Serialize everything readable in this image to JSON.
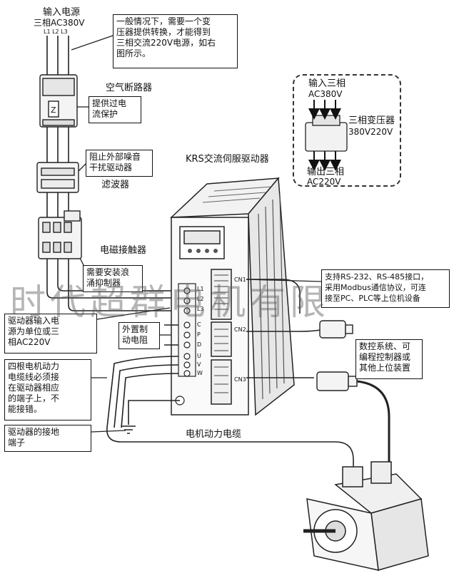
{
  "input_power": {
    "title": "输入电源",
    "spec": "三相AC380V",
    "phases": "L1 L2 L3"
  },
  "note_transformer": {
    "lines": [
      "一般情况下，需要一个变",
      "压器提供转换，才能得到",
      "三相交流220V电源，如右",
      "图所示。"
    ]
  },
  "breaker": {
    "title": "空气断路器",
    "note_lines": [
      "提供过电",
      "流保护"
    ]
  },
  "filter": {
    "note_lines": [
      "阻止外部噪音",
      "干扰驱动器"
    ],
    "title": "滤波器"
  },
  "drive_title": "KRS交流伺服驱动器",
  "contactor": {
    "title": "电磁接触器",
    "note_lines": [
      "需要安装浪",
      "涌抑制器"
    ]
  },
  "transformer_box": {
    "input_label": "输入三相",
    "input_spec": "AC380V",
    "name": "三相变压器",
    "ratio": "380V220V",
    "output_label": "输出三相",
    "output_spec": "AC220V"
  },
  "comm_note": {
    "lines": [
      "支持RS-232、RS-485接口，",
      "采用Modbus通信协议，可连",
      "接至PC、PLC等上位机设备"
    ]
  },
  "drive_input_note": {
    "lines": [
      "驱动器输入电",
      "源为单位或三",
      "相AC220V"
    ]
  },
  "brake_resistor_note": {
    "lines": [
      "外置制",
      "动电阻"
    ]
  },
  "controller_note": {
    "lines": [
      "数控系统、可",
      "编程控制器或",
      "其他上位装置"
    ]
  },
  "motor_wire_note": {
    "lines": [
      "四根电机动力",
      "电缆线必须接",
      "在驱动器相应",
      "的端子上，不",
      "能接错。"
    ]
  },
  "ground_note": {
    "lines": [
      "驱动器的接地",
      "端子"
    ]
  },
  "motor_cable_label": "电机动力电缆",
  "terminal_labels": [
    "L1",
    "L2",
    "L3",
    "C",
    "P",
    "D",
    "U",
    "V",
    "W"
  ],
  "port_labels": [
    "CN1",
    "CN2",
    "CN3"
  ],
  "watermark": "时代超群电机有限"
}
